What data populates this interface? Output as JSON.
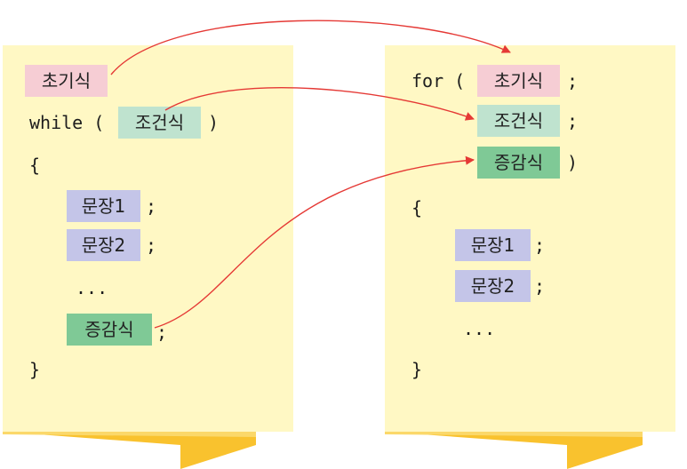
{
  "left": {
    "init": "초기식",
    "while_kw": "while (",
    "cond": "조건식",
    "close_paren": ")",
    "open_brace": "{",
    "stmt1": "문장1",
    "stmt2": "문장2",
    "semi": ";",
    "dots": "...",
    "incr": "증감식",
    "close_brace": "}"
  },
  "right": {
    "for_kw": "for (",
    "init": "초기식",
    "cond": "조건식",
    "incr": "증감식",
    "semi": ";",
    "close_paren": ")",
    "open_brace": "{",
    "stmt1": "문장1",
    "stmt2": "문장2",
    "dots": "...",
    "close_brace": "}"
  },
  "colors": {
    "panel": "#fff8c4",
    "fold": "#f9c22e",
    "init": "#f6cdd4",
    "cond": "#bfe3cf",
    "incr": "#7fc996",
    "stmt": "#c4c5e8",
    "arrow": "#e53935"
  }
}
